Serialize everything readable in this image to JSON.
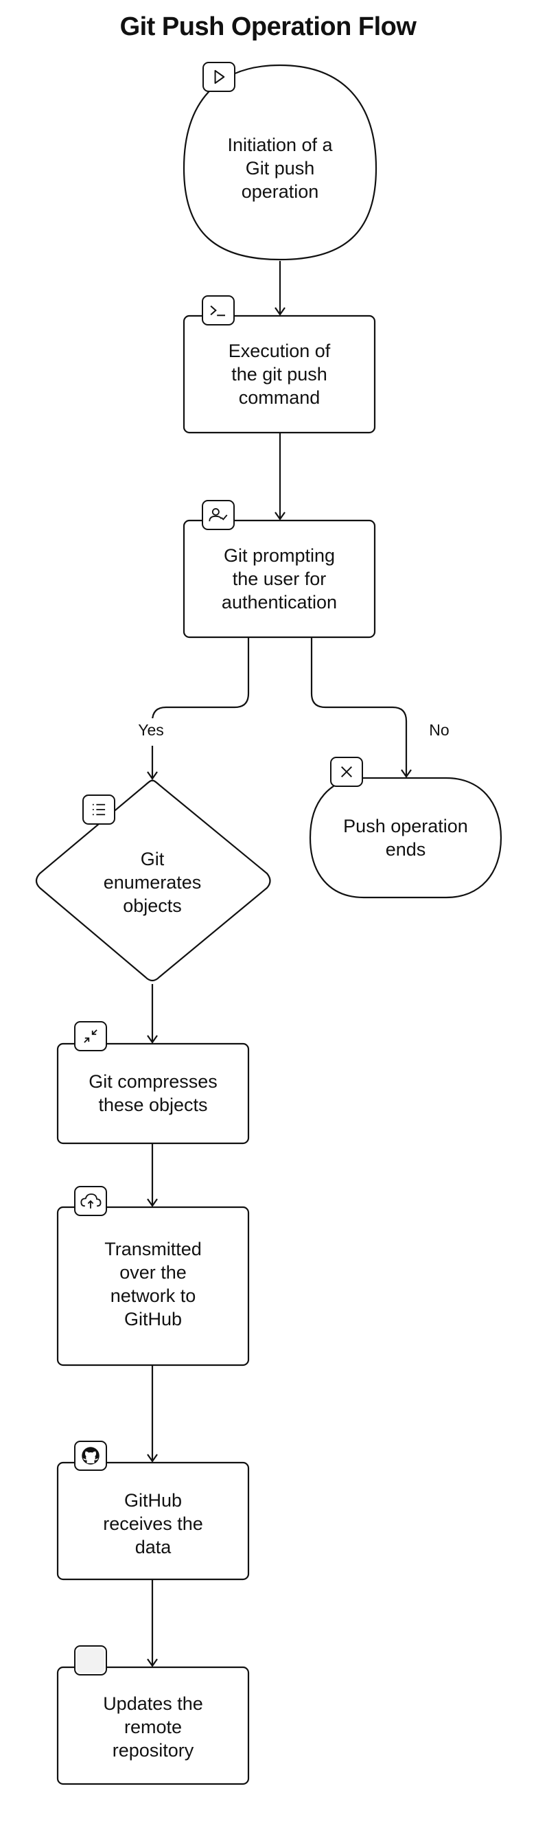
{
  "title": "Git Push Operation Flow",
  "nodes": {
    "start": {
      "lines": [
        "Initiation of a",
        "Git push",
        "operation"
      ],
      "icon": "play-icon"
    },
    "execute": {
      "lines": [
        "Execution of",
        "the git push",
        "command"
      ],
      "icon": "terminal-icon"
    },
    "auth": {
      "lines": [
        "Git prompting",
        "the user for",
        "authentication"
      ],
      "icon": "user-check-icon"
    },
    "enumerate": {
      "lines": [
        "Git",
        "enumerates",
        "objects"
      ],
      "icon": "list-icon"
    },
    "end": {
      "lines": [
        "Push operation",
        "ends"
      ],
      "icon": "close-icon"
    },
    "compress": {
      "lines": [
        "Git compresses",
        "these objects"
      ],
      "icon": "minimize-icon"
    },
    "transmit": {
      "lines": [
        "Transmitted",
        "over the",
        "network to",
        "GitHub"
      ],
      "icon": "cloud-upload-icon"
    },
    "receive": {
      "lines": [
        "GitHub",
        "receives the",
        "data"
      ],
      "icon": "github-icon"
    },
    "update": {
      "lines": [
        "Updates the",
        "remote",
        "repository"
      ],
      "icon": "blank-icon"
    }
  },
  "edges": {
    "yes_label": "Yes",
    "no_label": "No"
  }
}
